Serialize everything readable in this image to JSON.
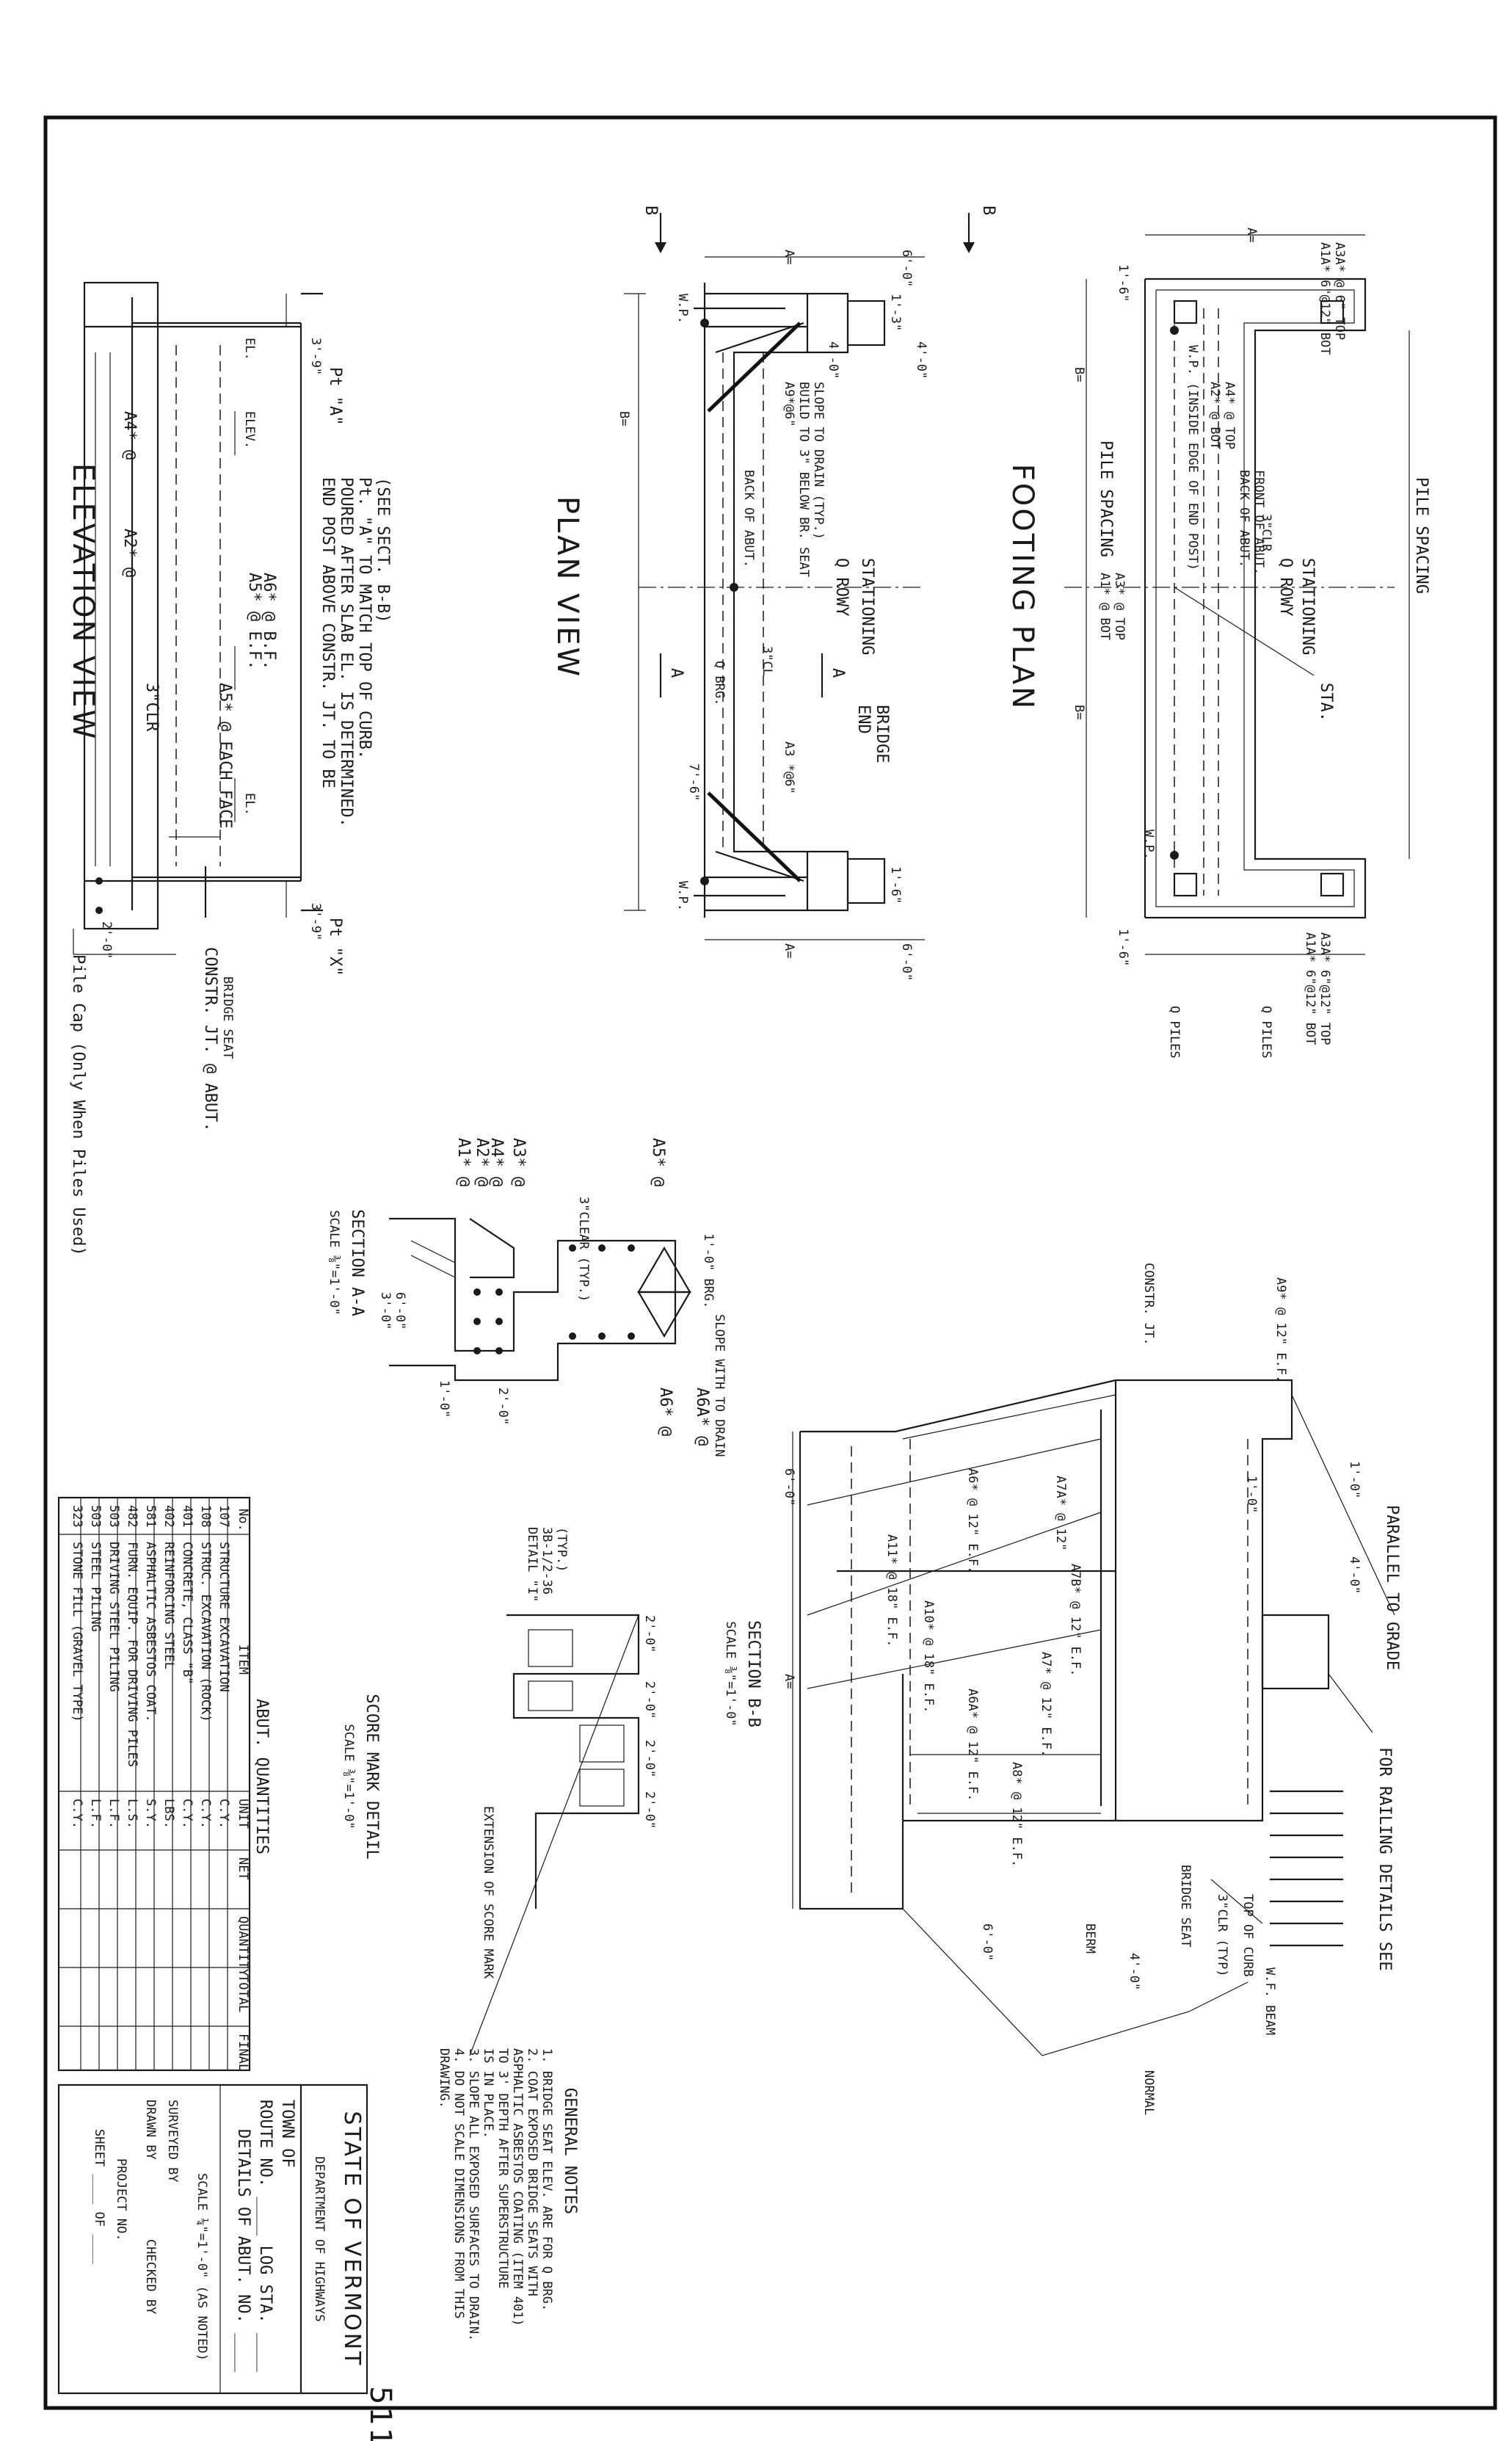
{
  "views": {
    "elevation": {
      "title": "ELEVATION VIEW",
      "labels": [
        "A4* @",
        "A2* @",
        "A5* @ E.F.",
        "A6* @ B.F.",
        "A5* @ EACH FACE",
        "3\"CLR",
        "Pt \"A\"",
        "Pt \"X\"",
        "EL.",
        "ELEV.",
        "EL.",
        "3'-9\"",
        "3'-9\"",
        "2'-0\"",
        "Pile Cap (Only When Piles Used)",
        "CONSTR. JT. @ ABUT.",
        "BRIDGE SEAT"
      ],
      "note_lines": [
        "END POST ABOVE CONSTR. JT. TO BE",
        "POURED AFTER SLAB EL. IS DETERMINED.",
        "Pt. \"A\" TO MATCH TOP OF CURB.",
        "(SEE SECT. B-B)"
      ]
    },
    "plan": {
      "title": "PLAN VIEW",
      "labels": [
        "B",
        "B",
        "A",
        "A",
        "A=",
        "6'-0\"",
        "A=",
        "6'-0\"",
        "4'-0\"",
        "4'-0\"",
        "B=",
        "STATIONING",
        "Q ROWY",
        "W.P.",
        "W.P.",
        "BACK OF ABUT.",
        "A9*@6\"",
        "BUILD TO 3\" BELOW BR. SEAT",
        "SLOPE TO DRAIN (TYP.)",
        "END",
        "BRIDGE",
        "3\"CL",
        "Q BRG.",
        "A3 *@6\"",
        "7'-6\"",
        "1'-3\"",
        "1'-6\""
      ]
    },
    "footing": {
      "title": "FOOTING PLAN",
      "labels": [
        "A=",
        "A1A* 6\"@12\" BOT",
        "A3A* @ 6\" TOP",
        "A2* @ BOT",
        "A4* @ TOP",
        "W.P. (INSIDE EDGE OF END POST)",
        "BACK OF ABUT.",
        "FRONT OF ABUT.",
        "PILE SPACING",
        "PILE SPACING",
        "STATIONING",
        "Q ROWY",
        "STA.",
        "3\"CLR",
        "A1A* 6\"@12\" BOT",
        "A3A* 6\"@12\" TOP",
        "A1* @ BOT",
        "A3* @ TOP",
        "B=",
        "B=",
        "W.P.",
        "1'-6\"",
        "1'-6\"",
        "Q PILES",
        "Q PILES"
      ]
    },
    "section_aa": {
      "title": "SECTION A-A",
      "scale": "SCALE ⅜\"=1'-0\"",
      "labels": [
        "A5* @",
        "A3* @",
        "A4* @",
        "A2* @",
        "A1* @",
        "A6A* @",
        "A6* @",
        "3\"CLEAR (TYP.)",
        "1'-0\" BRG.",
        "SLOPE WITH TO DRAIN",
        "1'-0\"",
        "2'-0\"",
        "6'-0\"",
        "3'-0\""
      ]
    },
    "section_bb": {
      "title": "SECTION B-B",
      "scale": "SCALE ⅜\"=1'-0\"",
      "labels": [
        "PARALLEL TO GRADE",
        "FOR RAILING DETAILS SEE",
        "TOP OF CURB",
        "W.F. BEAM",
        "BRIDGE SEAT",
        "3\"CLR (TYP)",
        "BERM",
        "NORMAL",
        "6'-0\"",
        "4'-0\"",
        "6'-0\"",
        "A=",
        "A6A* @ 12\" E.F.",
        "A6* @ 12\" E.F.",
        "A8* @ 12\" E.F.",
        "A7A* @ 12\"",
        "A7* @ 12\" E.F.",
        "A7B* @ 12\" E.F.",
        "A11* @ 18\" E.F.",
        "A10* @ 18\" E.F.",
        "A9* @ 12\" E.F.",
        "CONSTR. JT.",
        "1'-0\"",
        "4'-0\"",
        "1'-0\""
      ]
    },
    "score_mark": {
      "title": "SCORE MARK DETAIL",
      "scale": "SCALE ⅜\"=1'-0\"",
      "labels": [
        "DETAIL \"I\"",
        "3B-1/2-36",
        "(TYP.)",
        "EXTENSION OF SCORE MARK",
        "2'-0\"",
        "2'-0\"",
        "2'-0\"",
        "2'-0\""
      ]
    }
  },
  "quantities": {
    "title": "ABUT. QUANTITIES",
    "headers": [
      "No.",
      "ITEM",
      "UNIT",
      "NET",
      "QUANTITY",
      "TOTAL",
      "FINAL"
    ],
    "rows": [
      [
        "107",
        "STRUCTURE EXCAVATION",
        "C.Y.",
        "",
        "",
        "",
        ""
      ],
      [
        "108",
        "STRUC. EXCAVATION (ROCK)",
        "C.Y.",
        "",
        "",
        "",
        ""
      ],
      [
        "401",
        "CONCRETE, CLASS \"B\"",
        "C.Y.",
        "",
        "",
        "",
        ""
      ],
      [
        "402",
        "REINFORCING STEEL",
        "LBS.",
        "",
        "",
        "",
        ""
      ],
      [
        "581",
        "ASPHALTIC ASBESTOS COAT.",
        "S.Y.",
        "",
        "",
        "",
        ""
      ],
      [
        "482",
        "FURN. EQUIP. FOR DRIVING PILES",
        "L.S.",
        "",
        "",
        "",
        ""
      ],
      [
        "503",
        "DRIVING STEEL PILING",
        "L.F.",
        "",
        "",
        "",
        ""
      ],
      [
        "503",
        "STEEL PILING",
        "L.F.",
        "",
        "",
        "",
        ""
      ],
      [
        "323",
        "STONE FILL (GRAVEL TYPE)",
        "C.Y.",
        "",
        "",
        "",
        ""
      ]
    ]
  },
  "notes": {
    "title": "GENERAL NOTES",
    "lines": [
      "1. BRIDGE SEAT ELEV. ARE FOR Q BRG.",
      "2. COAT EXPOSED BRIDGE SEATS WITH",
      "ASPHALTIC ASBESTOS COATING (ITEM 401)",
      "TO 3' DEPTH AFTER SUPERSTRUCTURE",
      "IS IN PLACE.",
      "3. SLOPE ALL EXPOSED SURFACES TO DRAIN.",
      "4. DO NOT SCALE DIMENSIONS FROM THIS",
      "DRAWING."
    ]
  },
  "title_block": {
    "state": "STATE OF VERMONT",
    "dept": "DEPARTMENT OF HIGHWAYS",
    "town": "TOWN OF",
    "route": "ROUTE NO. ____ LOG STA. ____",
    "details": "DETAILS OF ABUT. NO. ____",
    "scale": "SCALE ¼\"=1'-0\" (AS NOTED)",
    "surveyed": "SURVEYED BY",
    "drawn": "DRAWN BY",
    "checked": "CHECKED BY",
    "project": "PROJECT NO.",
    "sheet": "SHEET ____ OF ____"
  },
  "page_number": "511"
}
